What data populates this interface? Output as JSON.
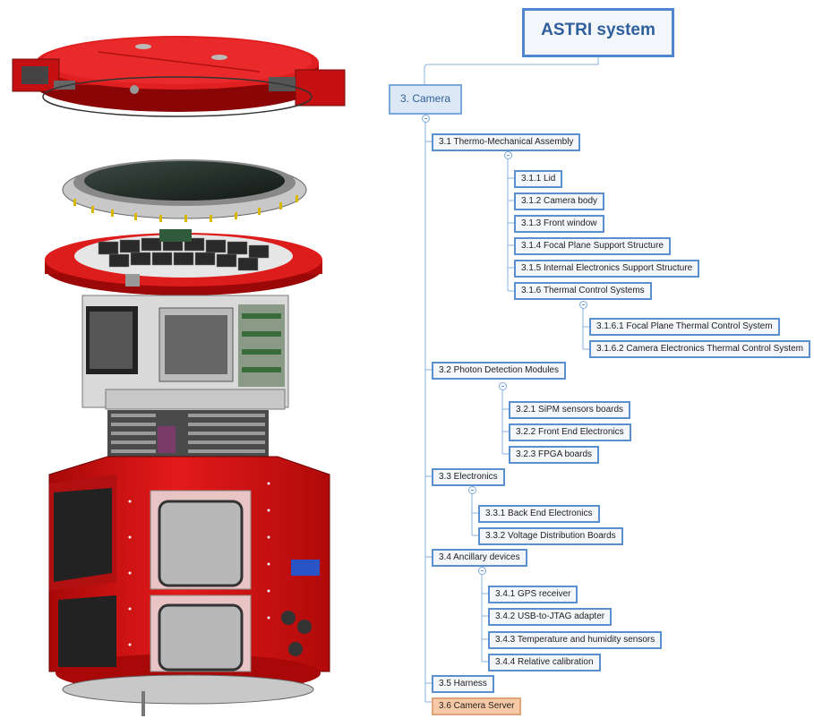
{
  "root": {
    "label": "ASTRI system"
  },
  "l1": {
    "label": "3. Camera"
  },
  "n": {
    "n31": "3.1 Thermo-Mechanical Assembly",
    "n311": "3.1.1 Lid",
    "n312": "3.1.2 Camera body",
    "n313": "3.1.3 Front window",
    "n314": "3.1.4 Focal Plane Support Structure",
    "n315": "3.1.5 Internal Electronics Support Structure",
    "n316": "3.1.6 Thermal Control Systems",
    "n3161": "3.1.6.1 Focal Plane Thermal Control System",
    "n3162": "3.1.6.2 Camera Electronics Thermal Control System",
    "n32": "3.2 Photon Detection Modules",
    "n321": "3.2.1 SiPM sensors boards",
    "n322": "3.2.2 Front End Electronics",
    "n323": "3.2.3 FPGA boards",
    "n33": "3.3 Electronics",
    "n331": "3.3.1 Back End Electronics",
    "n332": "3.3.2 Voltage Distribution Boards",
    "n34": "3.4 Ancillary devices",
    "n341": "3.4.1 GPS receiver",
    "n342": "3.4.2 USB-to-JTAG adapter",
    "n343": "3.4.3 Temperature and humidity sensors",
    "n344": "3.4.4 Relative calibration",
    "n35": "3.5 Harness",
    "n36": "3.6 Camera Server"
  },
  "colors": {
    "accent": "#5a8fd0",
    "connector": "#8ab3e0",
    "highlight": "#f8c9a6",
    "camera_red": "#d01414"
  }
}
